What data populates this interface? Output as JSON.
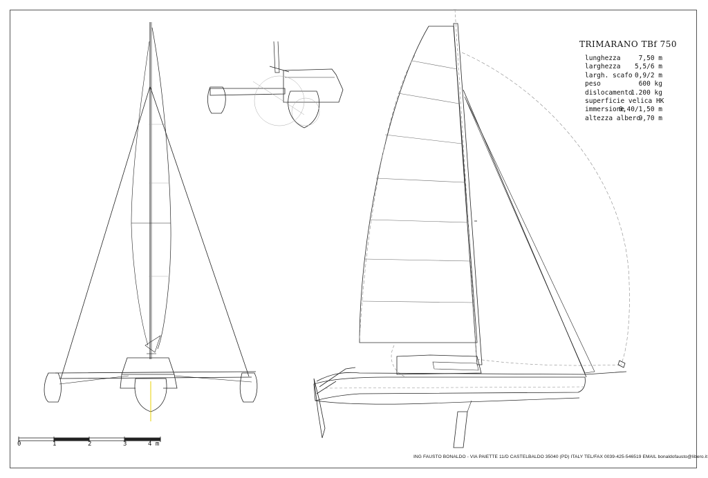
{
  "title": "TRIMARANO TBf 750",
  "specs": [
    {
      "label": "lunghezza",
      "value": "7,50  m"
    },
    {
      "label": "larghezza",
      "value": "5,5/6 m"
    },
    {
      "label": "largh. scafo",
      "value": "0,9/2  m"
    },
    {
      "label": "peso",
      "value": "600 kg"
    },
    {
      "label": "dislocamento",
      "value": "1.200 kg"
    },
    {
      "label": "superficie velica HK",
      "value": ""
    },
    {
      "label": "immersione",
      "value": "0,40/1,50 m"
    },
    {
      "label": "altezza albero",
      "value": "9,70  m"
    }
  ],
  "scale": {
    "ticks": [
      "0",
      "1",
      "2",
      "3",
      "4 m"
    ]
  },
  "footer": "ING FAUSTO BONALDO - VIA PAIETTE 11/D CASTELBALDO 35040 (PD) ITALY TEL/FAX 0039-425-546519  EMAIL bonaldofausto@libero.it",
  "colors": {
    "line": "#222222",
    "dashed": "#888888",
    "accent_yellow": "#e8d000"
  }
}
